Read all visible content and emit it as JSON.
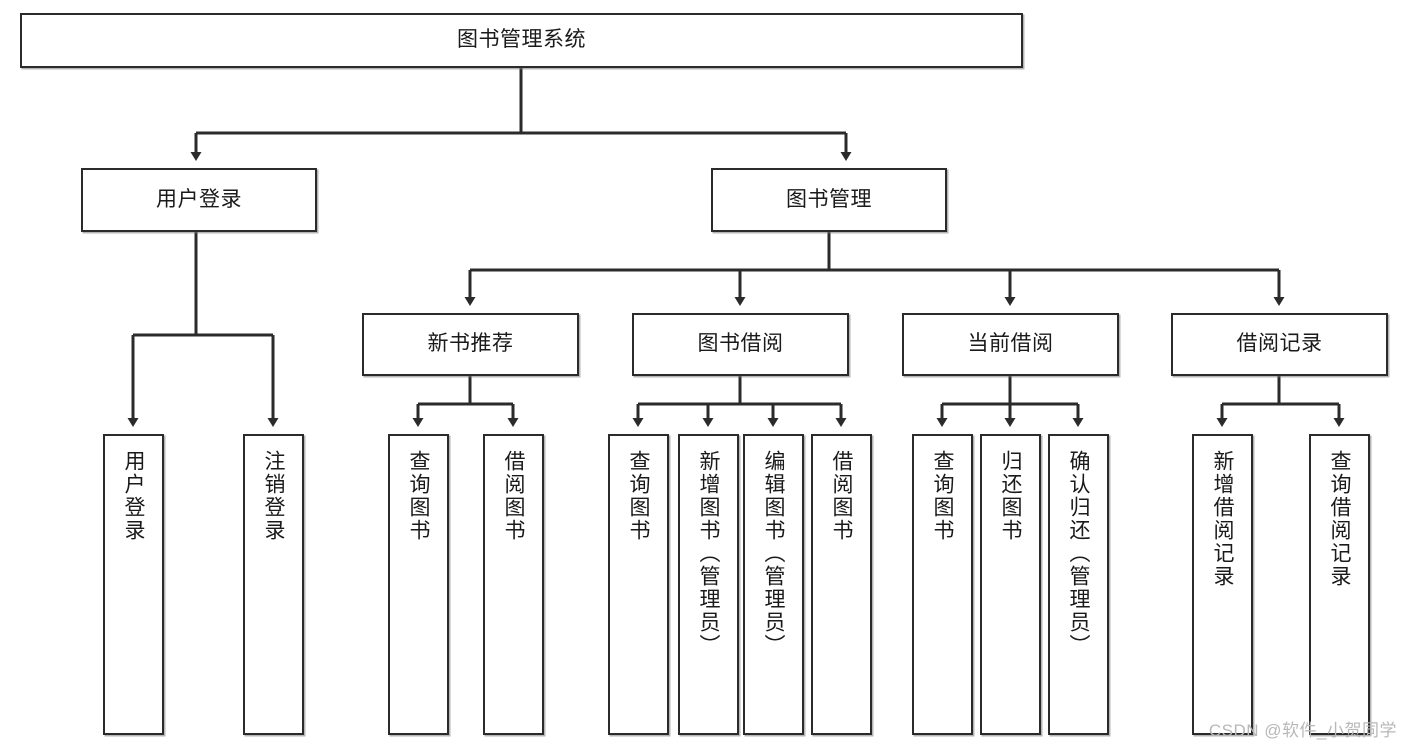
{
  "diagram": {
    "type": "tree-hierarchy",
    "root": {
      "id": "root",
      "label": "图书管理系统",
      "level": 0
    },
    "nodes": [
      {
        "id": "n-user-login",
        "label": "用户登录",
        "level": 1,
        "parent": "root"
      },
      {
        "id": "n-book-manage",
        "label": "图书管理",
        "level": 1,
        "parent": "root"
      },
      {
        "id": "n-new-book-rec",
        "label": "新书推荐",
        "level": 2,
        "parent": "n-book-manage"
      },
      {
        "id": "n-book-borrow",
        "label": "图书借阅",
        "level": 2,
        "parent": "n-book-manage"
      },
      {
        "id": "n-current-borrow",
        "label": "当前借阅",
        "level": 2,
        "parent": "n-book-manage"
      },
      {
        "id": "n-borrow-record",
        "label": "借阅记录",
        "level": 2,
        "parent": "n-book-manage"
      },
      {
        "id": "l-user-login",
        "label": "用户登录",
        "level": 3,
        "parent": "n-user-login"
      },
      {
        "id": "l-logout",
        "label": "注销登录",
        "level": 3,
        "parent": "n-user-login"
      },
      {
        "id": "l-query-book-1",
        "label": "查询图书",
        "level": 3,
        "parent": "n-new-book-rec"
      },
      {
        "id": "l-borrow-book-1",
        "label": "借阅图书",
        "level": 3,
        "parent": "n-new-book-rec"
      },
      {
        "id": "l-query-book-2",
        "label": "查询图书",
        "level": 3,
        "parent": "n-book-borrow"
      },
      {
        "id": "l-add-book",
        "label": "新增图书（管理员）",
        "level": 3,
        "parent": "n-book-borrow"
      },
      {
        "id": "l-edit-book",
        "label": "编辑图书（管理员）",
        "level": 3,
        "parent": "n-book-borrow"
      },
      {
        "id": "l-borrow-book-2",
        "label": "借阅图书",
        "level": 3,
        "parent": "n-book-borrow"
      },
      {
        "id": "l-query-book-3",
        "label": "查询图书",
        "level": 3,
        "parent": "n-current-borrow"
      },
      {
        "id": "l-return-book",
        "label": "归还图书",
        "level": 3,
        "parent": "n-current-borrow"
      },
      {
        "id": "l-confirm-return",
        "label": "确认归还（管理员）",
        "level": 3,
        "parent": "n-current-borrow"
      },
      {
        "id": "l-add-record",
        "label": "新增借阅记录",
        "level": 3,
        "parent": "n-borrow-record"
      },
      {
        "id": "l-query-record",
        "label": "查询借阅记录",
        "level": 3,
        "parent": "n-borrow-record"
      }
    ]
  },
  "watermark": {
    "text": "CSDN @软件_小贺同学"
  },
  "colors": {
    "stroke": "#2b2b2b",
    "fill": "#ffffff",
    "text": "#1a1a1a",
    "watermark": "#b8b8b8"
  }
}
